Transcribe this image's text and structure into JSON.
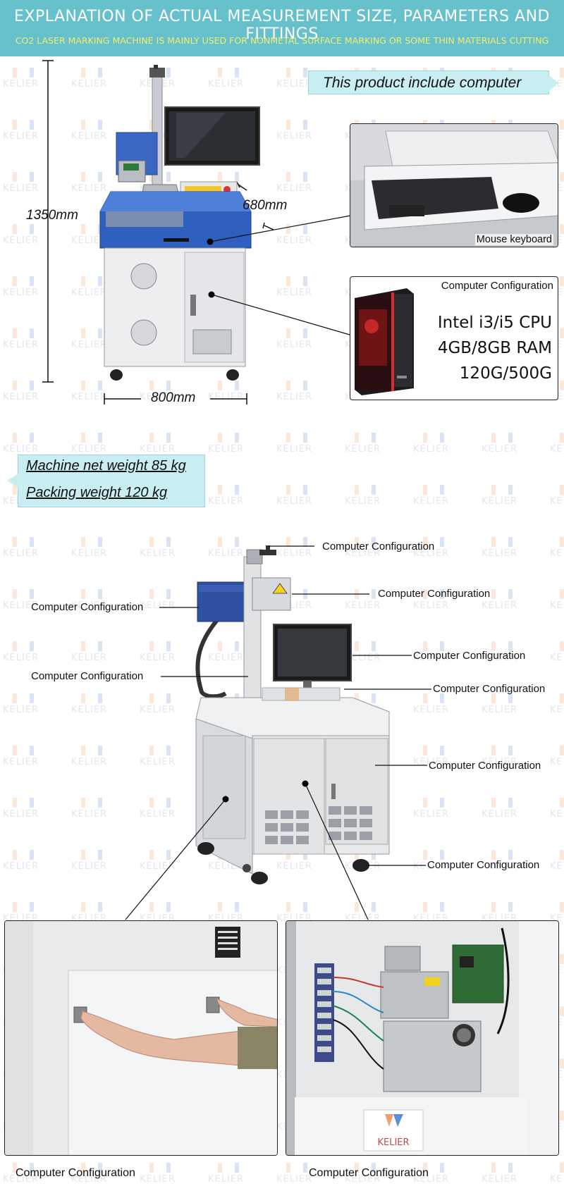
{
  "header": {
    "title": "EXPLANATION OF ACTUAL MEASUREMENT SIZE, PARAMETERS AND FITTINGS",
    "subtitle": "CO2 LASER MARKING MACHINE IS MAINLY USED FOR NONMETAL SURFACE MARKING OR SOME THIN MATERIALS CUTTING"
  },
  "watermark": "KELIER",
  "dimensions": {
    "height": "1350mm",
    "depth": "680mm",
    "width": "800mm"
  },
  "callouts": {
    "computer_included": "This product include computer",
    "net_weight": "Machine net weight 85 kg",
    "packing_weight": "Packing weight 120 kg"
  },
  "mouse_keyboard_photo": {
    "label": "Mouse keyboard"
  },
  "computer_config": {
    "title": "Computer Configuration",
    "specs": [
      "Intel i3/i5 CPU",
      "4GB/8GB RAM",
      "120G/500G"
    ]
  },
  "fittings": {
    "labels": [
      "Computer Configuration",
      "Computer Configuration",
      "Computer Configuration",
      "Computer Configuration",
      "Computer Configuration",
      "Computer Configuration",
      "Computer Configuration",
      "Computer Configuration"
    ]
  },
  "bottom_photos": {
    "left_caption": "Computer Configuration",
    "right_caption": "Computer Configuration",
    "brand_card": "KELIER"
  },
  "colors": {
    "header_bg": "#67c1cc",
    "subtitle": "#f2ec6f",
    "callout_bg": "#c9eef2",
    "machine_blue": "#2f5fbf"
  }
}
